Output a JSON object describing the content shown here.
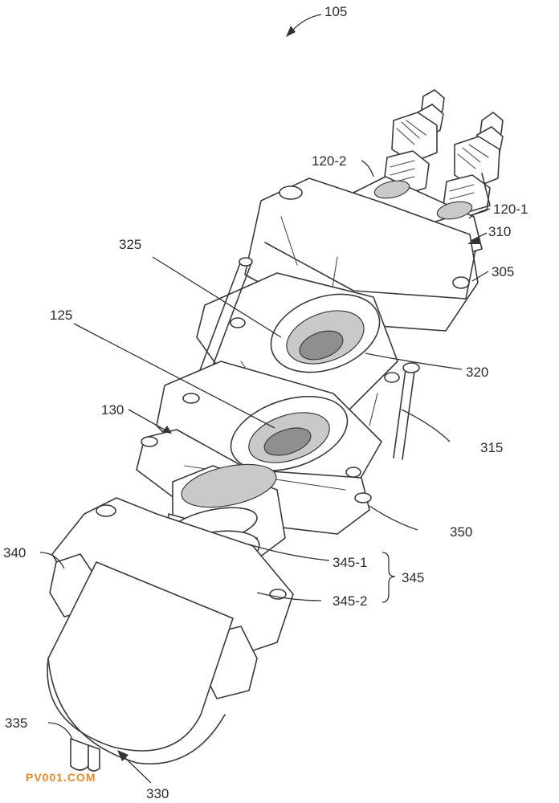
{
  "labels": {
    "l105": "105",
    "l120_2": "120-2",
    "l120_1": "120-1",
    "l310": "310",
    "l325": "325",
    "l305": "305",
    "l125": "125",
    "l320": "320",
    "l130": "130",
    "l315": "315",
    "l350": "350",
    "l340": "340",
    "l345_1": "345-1",
    "l345": "345",
    "l345_2": "345-2",
    "l335": "335",
    "l330": "330"
  },
  "watermark": "PV001.COM"
}
